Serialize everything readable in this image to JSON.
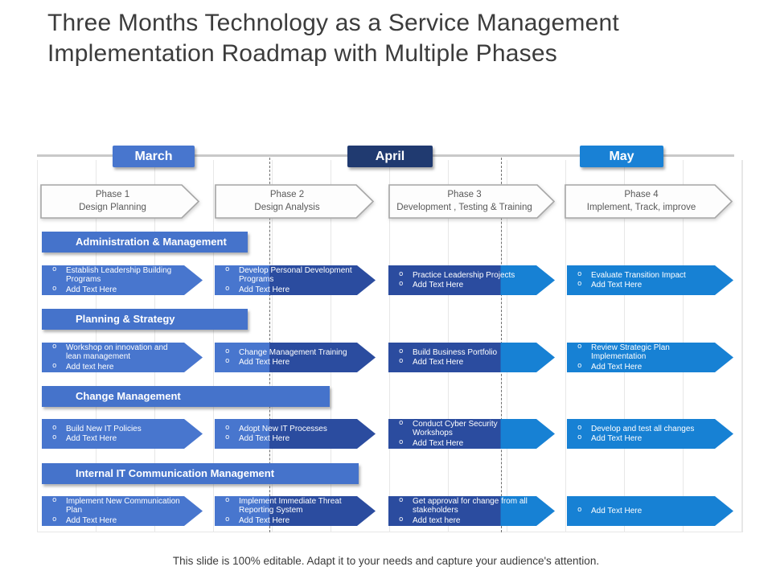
{
  "slide": {
    "title_lines": [
      "Three Months Technology as a Service Management",
      "Implementation Roadmap with Multiple Phases"
    ],
    "footer": "This slide is 100% editable. Adapt it to your needs and capture your audience's attention.",
    "task_bullet": "o"
  },
  "timeline": {
    "months": [
      {
        "label": "March",
        "color": "#4876ce"
      },
      {
        "label": "April",
        "color": "#203a70"
      },
      {
        "label": "May",
        "color": "#1981d5"
      }
    ]
  },
  "phases": [
    {
      "title": "Phase 1",
      "subtitle": "Design Planning"
    },
    {
      "title": "Phase 2",
      "subtitle": "Design Analysis"
    },
    {
      "title": "Phase 3",
      "subtitle": "Development , Testing & Training"
    },
    {
      "title": "Phase 4",
      "subtitle": "Implement, Track, improve"
    }
  ],
  "colors": {
    "march_blue": "#4876ce",
    "april_navy_arrow": "#2b4c9f",
    "april_navy_pill": "#203a70",
    "may_blue": "#1781d4",
    "lane_header_blue": "#4573cb",
    "phase_border_gray": "#a6a6a6",
    "title_gray": "#3c3c3c"
  },
  "lanes": [
    {
      "header": "Administration & Management",
      "tasks": [
        {
          "lines": [
            "Establish Leadership Building Programs",
            "Add Text Here"
          ]
        },
        {
          "lines": [
            "Develop Personal Development Programs",
            "Add Text Here"
          ]
        },
        {
          "lines": [
            "Practice Leadership Projects",
            "Add Text Here"
          ]
        },
        {
          "lines": [
            "Evaluate Transition Impact",
            "Add Text Here"
          ]
        }
      ]
    },
    {
      "header": "Planning & Strategy",
      "tasks": [
        {
          "lines": [
            "Workshop on innovation and lean management",
            "Add text here"
          ]
        },
        {
          "lines": [
            "Change Management Training",
            "Add Text Here"
          ]
        },
        {
          "lines": [
            "Build Business Portfolio",
            "Add Text Here"
          ]
        },
        {
          "lines": [
            "Review Strategic Plan Implementation",
            "Add Text Here"
          ]
        }
      ]
    },
    {
      "header": "Change Management",
      "tasks": [
        {
          "lines": [
            "Build New IT Policies",
            "Add Text Here"
          ]
        },
        {
          "lines": [
            "Adopt New IT Processes",
            "Add Text Here"
          ]
        },
        {
          "lines": [
            "Conduct Cyber Security Workshops",
            "Add Text Here"
          ]
        },
        {
          "lines": [
            "Develop and test all changes",
            "Add Text Here"
          ]
        }
      ]
    },
    {
      "header": "Internal IT Communication Management",
      "tasks": [
        {
          "lines": [
            "Implement New Communication Plan",
            "Add Text Here"
          ]
        },
        {
          "lines": [
            "Implement Immediate Threat Reporting System",
            "Add Text Here"
          ]
        },
        {
          "lines": [
            "Get approval for change from all stakeholders",
            "Add text here"
          ]
        },
        {
          "lines": [
            "Add Text Here"
          ]
        }
      ]
    }
  ]
}
